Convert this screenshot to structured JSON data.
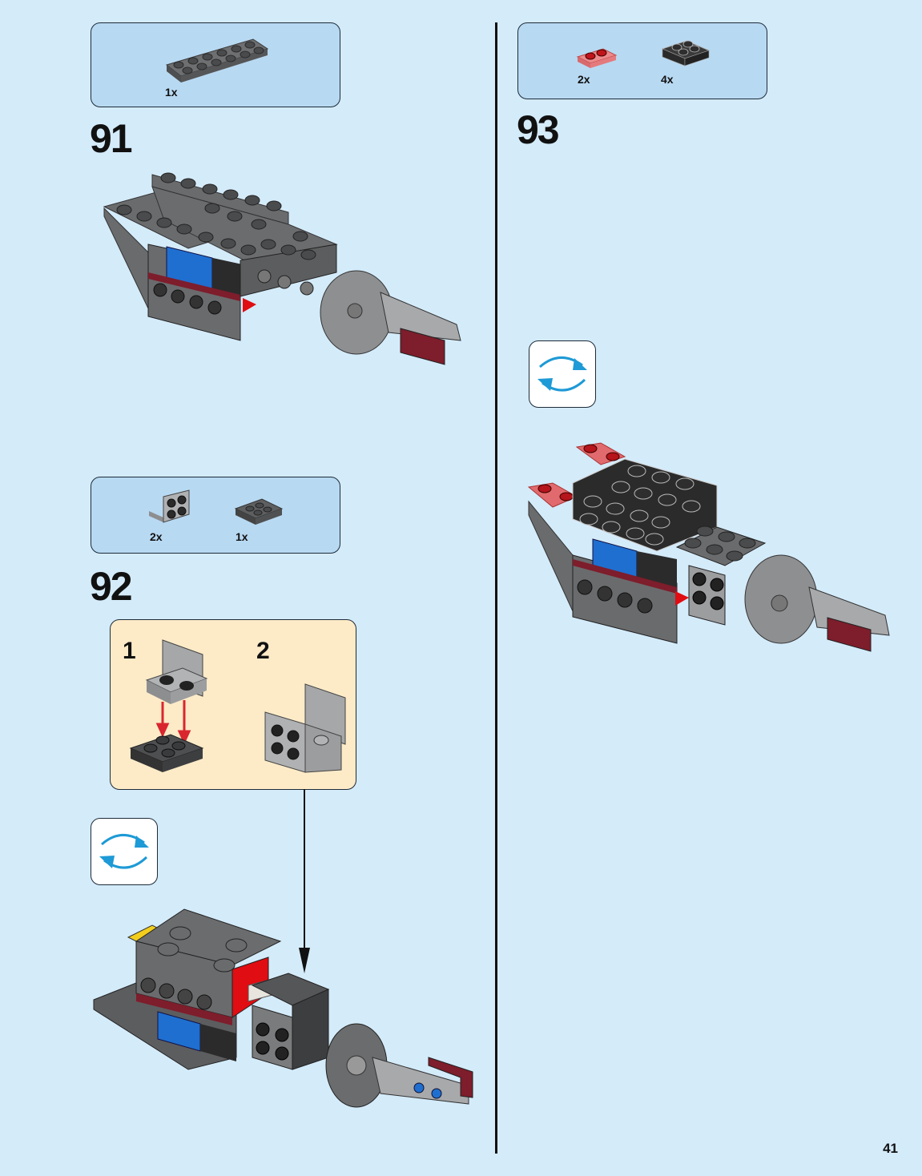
{
  "page": {
    "page_number": "41",
    "background_color": "#d4ebfa"
  },
  "steps": [
    {
      "number": "91",
      "parts": [
        {
          "name": "plate-2x6-dark-gray",
          "quantity": "1x",
          "color": "#5e5f61"
        }
      ]
    },
    {
      "number": "92",
      "parts": [
        {
          "name": "bracket-1x2-2x2-light-gray",
          "quantity": "2x",
          "color": "#a5a7a9"
        },
        {
          "name": "plate-2x2-dark-gray",
          "quantity": "1x",
          "color": "#5e5f61"
        }
      ],
      "subassembly": {
        "substeps": [
          {
            "number": "1"
          },
          {
            "number": "2"
          }
        ]
      },
      "rotate_icon": "rotate-model-icon"
    },
    {
      "number": "93",
      "parts": [
        {
          "name": "plate-1x2-trans-red",
          "quantity": "2x",
          "color": "#e8676a"
        },
        {
          "name": "brick-2x2-round-black",
          "quantity": "4x",
          "color": "#2a2a2a"
        }
      ],
      "rotate_icon": "rotate-model-icon"
    }
  ],
  "colors": {
    "parts_box_bg": "#b8d9f2",
    "subassembly_bg": "#fdebc8",
    "rotate_arrow": "#1e9ad6",
    "brick_dark_gray": "#5e5f61",
    "brick_light_gray": "#a5a7a9",
    "brick_black": "#2b2b2b",
    "brick_blue": "#1f6fd0",
    "brick_dark_red": "#7e1d2b",
    "brick_red": "#e00d12",
    "brick_yellow": "#f2cd1c",
    "assembly_arrow_red": "#d9262e"
  }
}
